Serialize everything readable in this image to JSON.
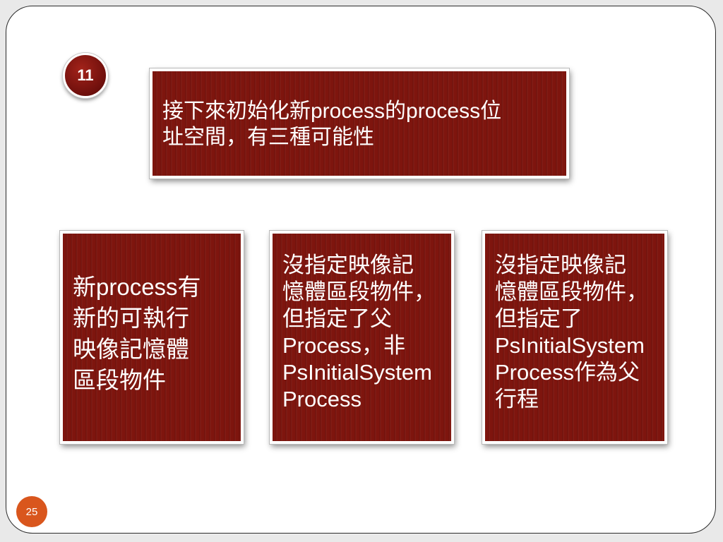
{
  "slide": {
    "step_number": "11",
    "heading": "接下來初始化新process的process位\n址空間，有三種可能性",
    "options": [
      {
        "text": "新process有\n新的可執行\n映像記憶體\n區段物件"
      },
      {
        "text": "沒指定映像記\n憶體區段物件，\n但指定了父\nProcess，非\nPsInitialSystem\nProcess"
      },
      {
        "text": "沒指定映像記\n憶體區段物件，\n但指定了\nPsInitialSystem\nProcess作為父\n行程"
      }
    ],
    "page_number": "25"
  },
  "colors": {
    "panel_red": "#7e150e",
    "badge_red": "#8a1a12",
    "page_badge_orange": "#d9561d",
    "frame": "#2a2a2a"
  }
}
